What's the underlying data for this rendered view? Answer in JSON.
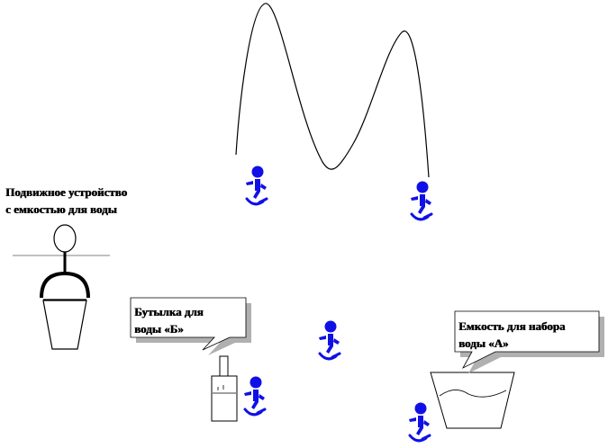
{
  "labels": {
    "mobile_device_line1": "Подвижное устройство",
    "mobile_device_line2": "с емкостью для воды",
    "bottle_line1": "Бутылка для",
    "bottle_line2": "воды «Б»",
    "container_line1": "Емкость для набора",
    "container_line2": "воды «А»"
  },
  "colors": {
    "figure": "#1010e6",
    "outline": "#000000",
    "shadow": "#b0b0b0"
  },
  "icons": [
    "person-icon",
    "bucket-icon",
    "bottle-icon",
    "container-icon",
    "arch-curve"
  ]
}
